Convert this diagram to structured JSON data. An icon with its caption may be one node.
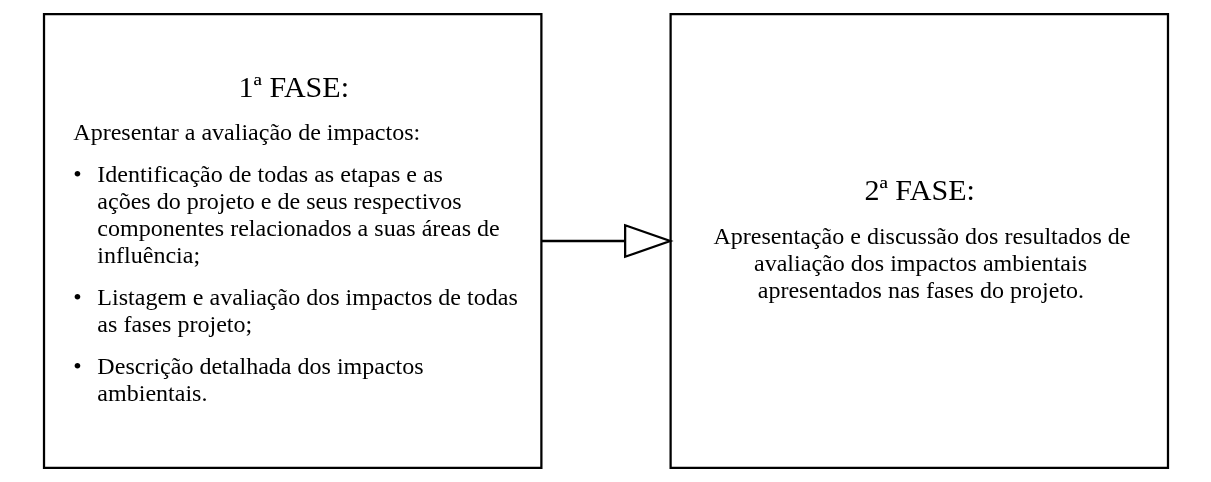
{
  "diagram": {
    "nodes": [
      {
        "text": [
          "1ª FASE:",
          "Apresentar a avaliação de impactos:",
          "• Identificação de todas as etapas e as ações do projeto e de seus respectivos componentes relacionados a suas áreas de influência;",
          "• Listagem e avaliação dos impactos de todas as fases projeto;",
          "• Descrição detalhada dos impactos ambientais."
        ]
      },
      {
        "text": [
          "2ª FASE:",
          "Apresentação e discussão dos resultados de avaliação dos impactos ambientais apresentados nas fases do projeto."
        ]
      }
    ],
    "edges": [
      {
        "from": 0,
        "to": 1,
        "arrow": "to"
      }
    ]
  }
}
